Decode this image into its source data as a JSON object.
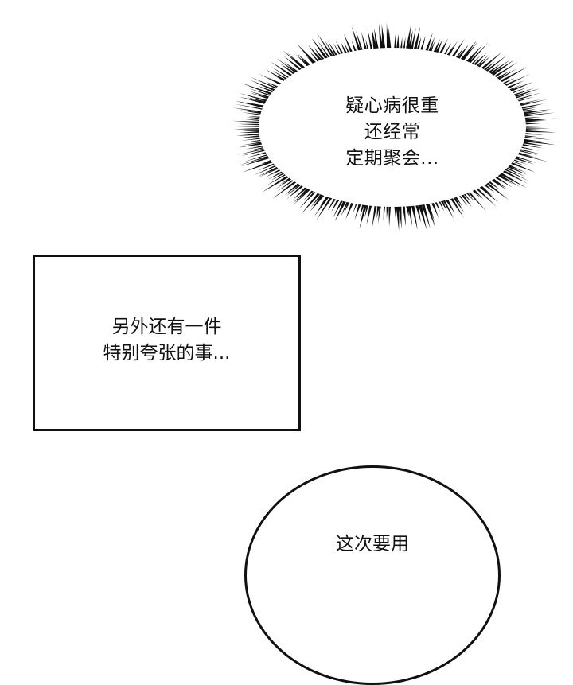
{
  "comic": {
    "background_color": "#ffffff",
    "ink_color": "#111111",
    "panels": [
      {
        "type": "spiky-thought-bubble",
        "lines": [
          "疑心病很重",
          "还经常",
          "定期聚会..."
        ]
      },
      {
        "type": "narration-box",
        "lines": [
          "另外还有一件",
          "特别夸张的事..."
        ]
      },
      {
        "type": "oval-speech-bubble",
        "lines": [
          "这次要用"
        ]
      }
    ]
  }
}
